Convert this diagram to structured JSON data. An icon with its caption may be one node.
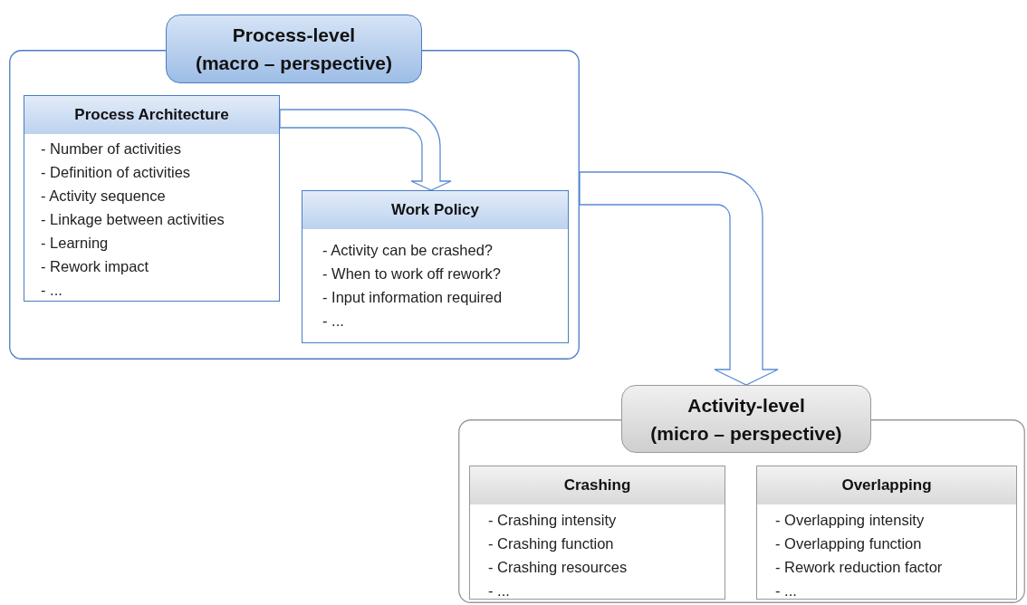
{
  "diagram": {
    "nodes": [
      {
        "text": [
          "Process-level (macro – perspective)"
        ]
      },
      {
        "text": [
          "Process Architecture",
          "- Number of activities",
          "- Definition of activities",
          "- Activity sequence",
          "- Linkage between activities",
          "- Learning",
          "- Rework impact",
          "- ..."
        ],
        "in": 0
      },
      {
        "text": [
          "Work Policy",
          "- Activity can be crashed?",
          "- When to work off rework?",
          "- Input information required",
          "- ..."
        ],
        "in": 0
      },
      {
        "text": [
          "Activity-level (micro – perspective)"
        ]
      },
      {
        "text": [
          "Crashing",
          "- Crashing intensity",
          "- Crashing function",
          "- Crashing resources",
          "- ..."
        ],
        "in": 3
      },
      {
        "text": [
          "Overlapping",
          "- Overlapping intensity",
          "- Overlapping function",
          "- Rework reduction factor",
          "- ..."
        ],
        "in": 3
      }
    ],
    "edges": [
      {
        "from": 1,
        "to": 2,
        "arrow": "to"
      },
      {
        "from": 0,
        "to": 3,
        "arrow": "to"
      }
    ]
  }
}
